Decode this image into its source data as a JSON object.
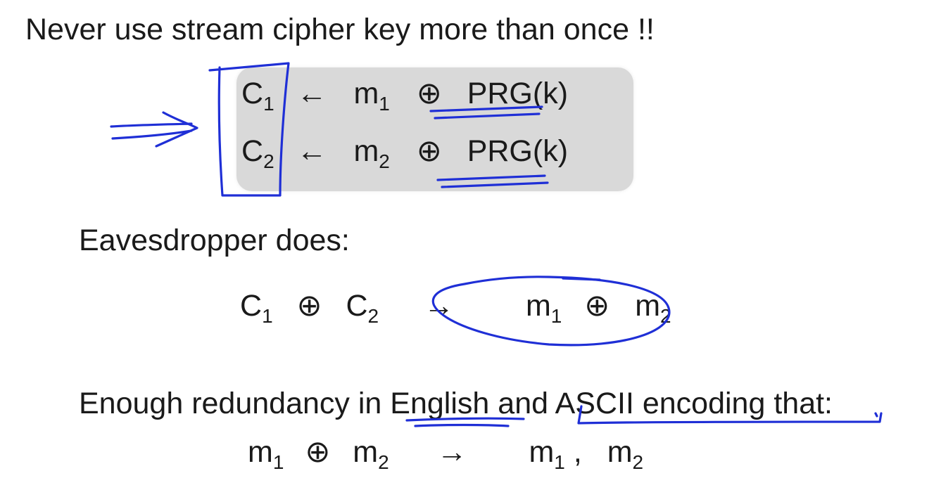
{
  "slide": {
    "title": "Never use stream cipher key more than once !!",
    "equations": {
      "row1": {
        "c": "C",
        "c_sub": "1",
        "arrow": "←",
        "m": "m",
        "m_sub": "1",
        "op": "⊕",
        "prg": "PRG(k)"
      },
      "row2": {
        "c": "C",
        "c_sub": "2",
        "arrow": "←",
        "m": "m",
        "m_sub": "2",
        "op": "⊕",
        "prg": "PRG(k)"
      }
    },
    "eavesdropper": {
      "heading": "Eavesdropper does:",
      "lhs_a": "C",
      "lhs_a_sub": "1",
      "op": "⊕",
      "lhs_b": "C",
      "lhs_b_sub": "2",
      "arrow": "→",
      "rhs_a": "m",
      "rhs_a_sub": "1",
      "rhs_op": "⊕",
      "rhs_b": "m",
      "rhs_b_sub": "2"
    },
    "redundancy": {
      "text_before": "Enough redundancy in ",
      "english": "English",
      "text_mid": " and ",
      "ascii": "ASCII encoding that:",
      "lhs_a": "m",
      "lhs_a_sub": "1",
      "op": "⊕",
      "lhs_b": "m",
      "lhs_b_sub": "2",
      "arrow": "→",
      "rhs_a": "m",
      "rhs_a_sub": "1",
      "comma": ",",
      "rhs_b": "m",
      "rhs_b_sub": "2"
    },
    "colors": {
      "ink": "#1f2fd6",
      "box": "#d9d9d9",
      "text": "#1a1a1a"
    }
  }
}
